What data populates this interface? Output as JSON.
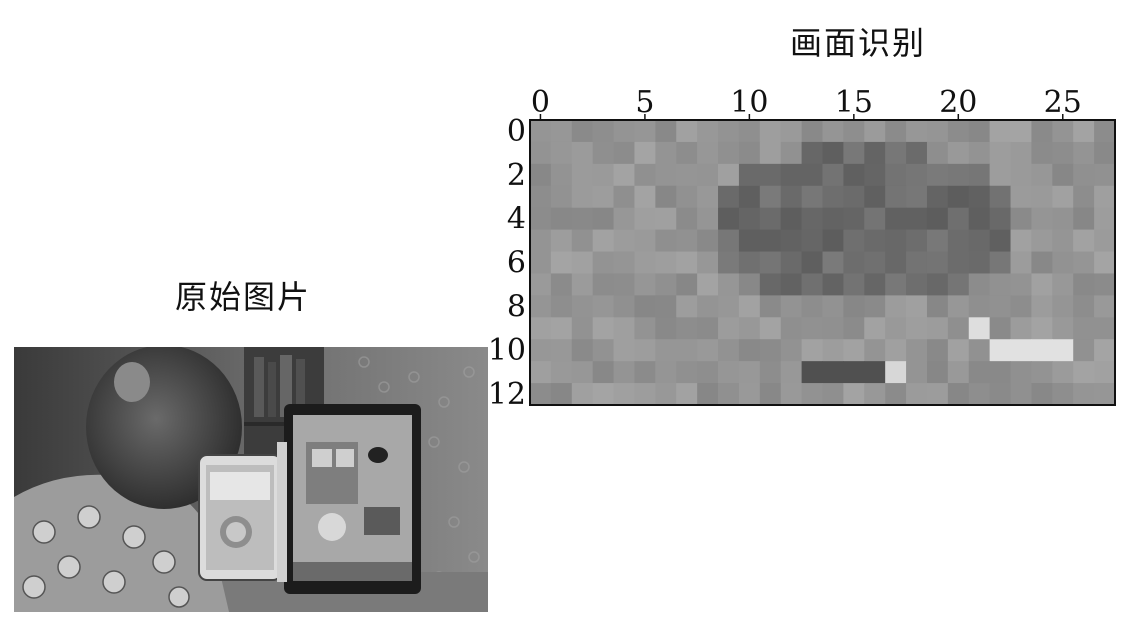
{
  "captions": {
    "original_image": "原始图片",
    "screen_recognition": "画面识别"
  },
  "heatmap": {
    "x_ticks": [
      "0",
      "5",
      "10",
      "15",
      "20",
      "25"
    ],
    "y_ticks": [
      "0",
      "2",
      "4",
      "6",
      "8",
      "10",
      "12"
    ]
  },
  "colors": {
    "background": "#ffffff",
    "frame": "#111111"
  }
}
